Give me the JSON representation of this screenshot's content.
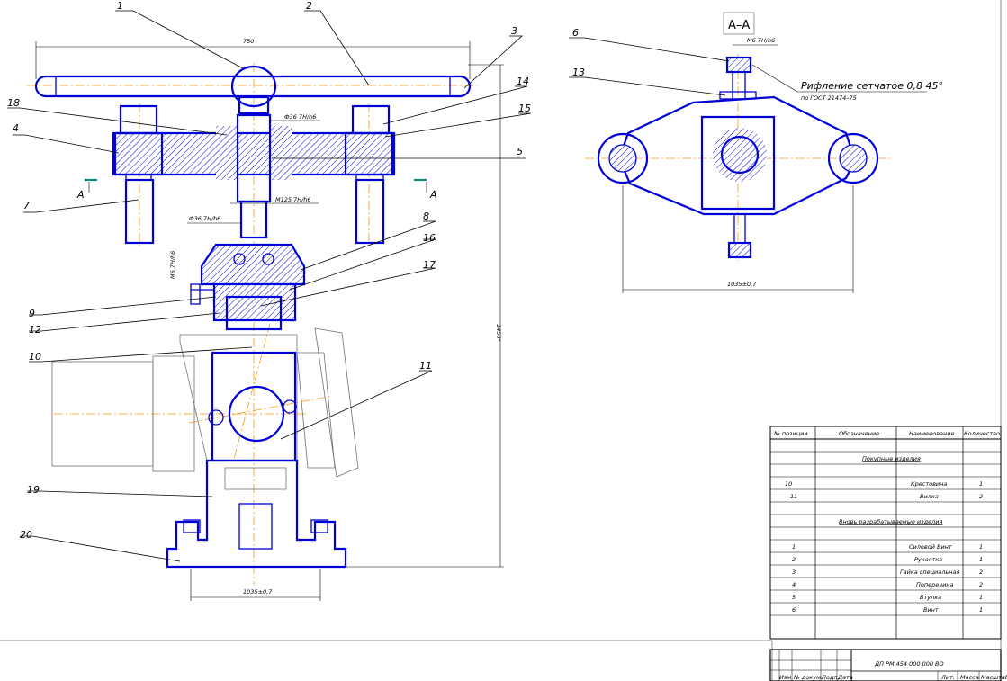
{
  "position_numbers": [
    "1",
    "2",
    "3",
    "4",
    "5",
    "6",
    "7",
    "8",
    "9",
    "10",
    "11",
    "12",
    "13",
    "14",
    "15",
    "16",
    "17",
    "18",
    "19",
    "20"
  ],
  "dimensions": {
    "handle_length": "750",
    "bore_fit_top": "Ф36 7H/h6",
    "thread_m125": "M125 7H/h6",
    "shaft_fit": "Ф36 7H/h6",
    "screw_fit": "M6 7H/h6",
    "overall_height": "1450*",
    "base_width": "1035±0,7",
    "section_width": "1035±0,7",
    "section_screw": "M6 7H/h6"
  },
  "section": {
    "letter": "A",
    "title": "A–A",
    "knurl_note": "Рифление сетчатое 0,8 45°",
    "gost_note": "по ГОСТ 21474–75"
  },
  "spec_table": {
    "headers": [
      "№ позиции",
      "Обозначение",
      "Наименование",
      "Количество"
    ],
    "group_purchased": "Покупные изделия",
    "group_new": "Вновь разрабатываемые изделия",
    "purchased_rows": [
      {
        "pos": "10",
        "name": "Крестовина",
        "qty": "1"
      },
      {
        "pos": "11",
        "name": "Вилка",
        "qty": "2"
      }
    ],
    "new_rows": [
      {
        "pos": "1",
        "name": "Силовой Винт",
        "qty": "1"
      },
      {
        "pos": "2",
        "name": "Рукоятка",
        "qty": "1"
      },
      {
        "pos": "3",
        "name": "Гайка специальная",
        "qty": "2"
      },
      {
        "pos": "4",
        "name": "Поперечина",
        "qty": "2"
      },
      {
        "pos": "5",
        "name": "Втулка",
        "qty": "1"
      },
      {
        "pos": "6",
        "name": "Винт",
        "qty": "1"
      }
    ]
  },
  "title_block": {
    "code": "ДП РМ 454 000 000 ВО",
    "col_labels": [
      "Изм",
      "№ докум.",
      "Подп.",
      "Дата"
    ],
    "right_labels": [
      "Лит.",
      "Масса",
      "Масштаб"
    ]
  }
}
